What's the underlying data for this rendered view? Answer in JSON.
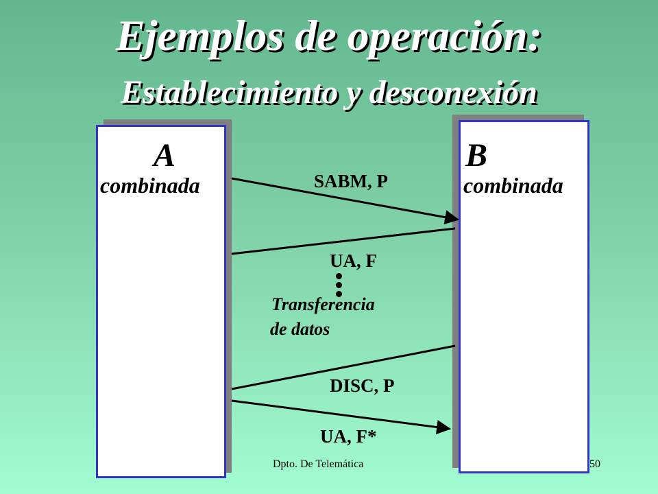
{
  "title": {
    "main": "Ejemplos de operación:",
    "sub": "Establecimiento y desconexión"
  },
  "stations": {
    "a": {
      "name": "A",
      "mode": "combinada"
    },
    "b": {
      "name": "B",
      "mode": "combinada"
    }
  },
  "messages": {
    "sabm": "SABM, P",
    "ua1": "UA, F",
    "disc": "DISC,  P",
    "ua2": "UA, F*"
  },
  "transfer": {
    "line1": "Transferencia",
    "line2": "de datos"
  },
  "footer": {
    "department": "Dpto. De Telemática",
    "page": "50"
  },
  "colors": {
    "station_border": "#3333cc",
    "station_fill": "#ffffff",
    "title_text": "#ffffff"
  }
}
